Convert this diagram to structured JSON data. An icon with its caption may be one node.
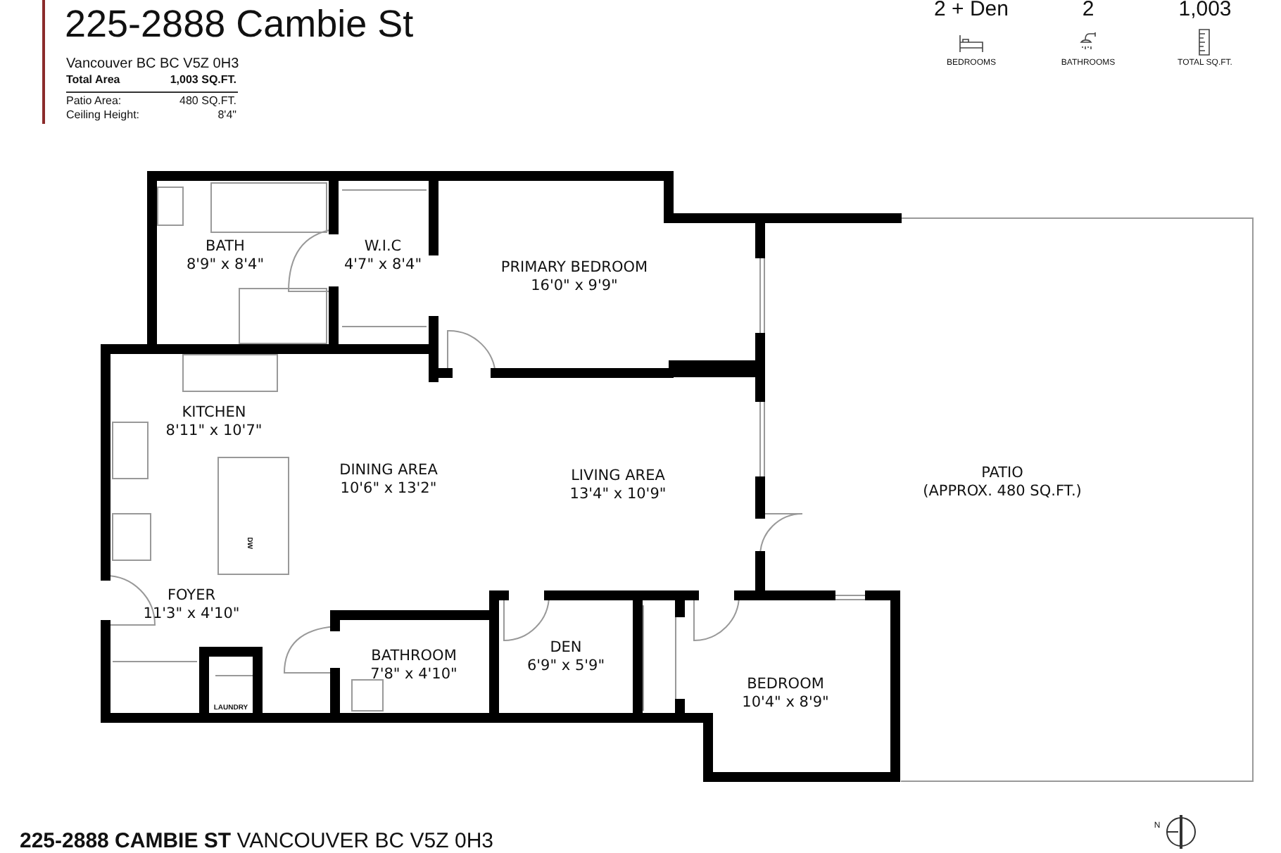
{
  "diagram": {
    "title": "225-2888 Cambie St",
    "nodes": [
      {
        "text": [
          "BATH",
          "8'9\" x 8'4\""
        ]
      },
      {
        "text": [
          "W.I.C",
          "4'7\" x 8'4\""
        ]
      },
      {
        "text": [
          "PRIMARY BEDROOM",
          "16'0\" x 9'9\""
        ]
      },
      {
        "text": [
          "KITCHEN",
          "8'11\" x 10'7\""
        ]
      },
      {
        "text": [
          "DINING AREA",
          "10'6\" x 13'2\""
        ]
      },
      {
        "text": [
          "LIVING AREA",
          "13'4\" x 10'9\""
        ]
      },
      {
        "text": [
          "PATIO",
          "(APPROX. 480 SQ.FT.)"
        ]
      },
      {
        "text": [
          "FOYER",
          "11'3\" x 4'10\""
        ]
      },
      {
        "text": [
          "BATHROOM",
          "7'8\" x 4'10\""
        ]
      },
      {
        "text": [
          "DEN",
          "6'9\" x 5'9\""
        ]
      },
      {
        "text": [
          "BEDROOM",
          "10'4\" x 8'9\""
        ]
      }
    ],
    "labels": [
      "Vancouver BC BC V5Z 0H3",
      "Total Area",
      "1,003 SQ.FT.",
      "Patio Area:",
      "480 SQ.FT.",
      "Ceiling Height:",
      "8'4\"",
      "2 + Den",
      "BEDROOMS",
      "2",
      "BATHROOMS",
      "1,003",
      "TOTAL SQ.FT.",
      "DW",
      "LAUNDRY",
      "N",
      "**225-2888 CAMBIE ST** VANCOUVER BC V5Z 0H3"
    ]
  }
}
